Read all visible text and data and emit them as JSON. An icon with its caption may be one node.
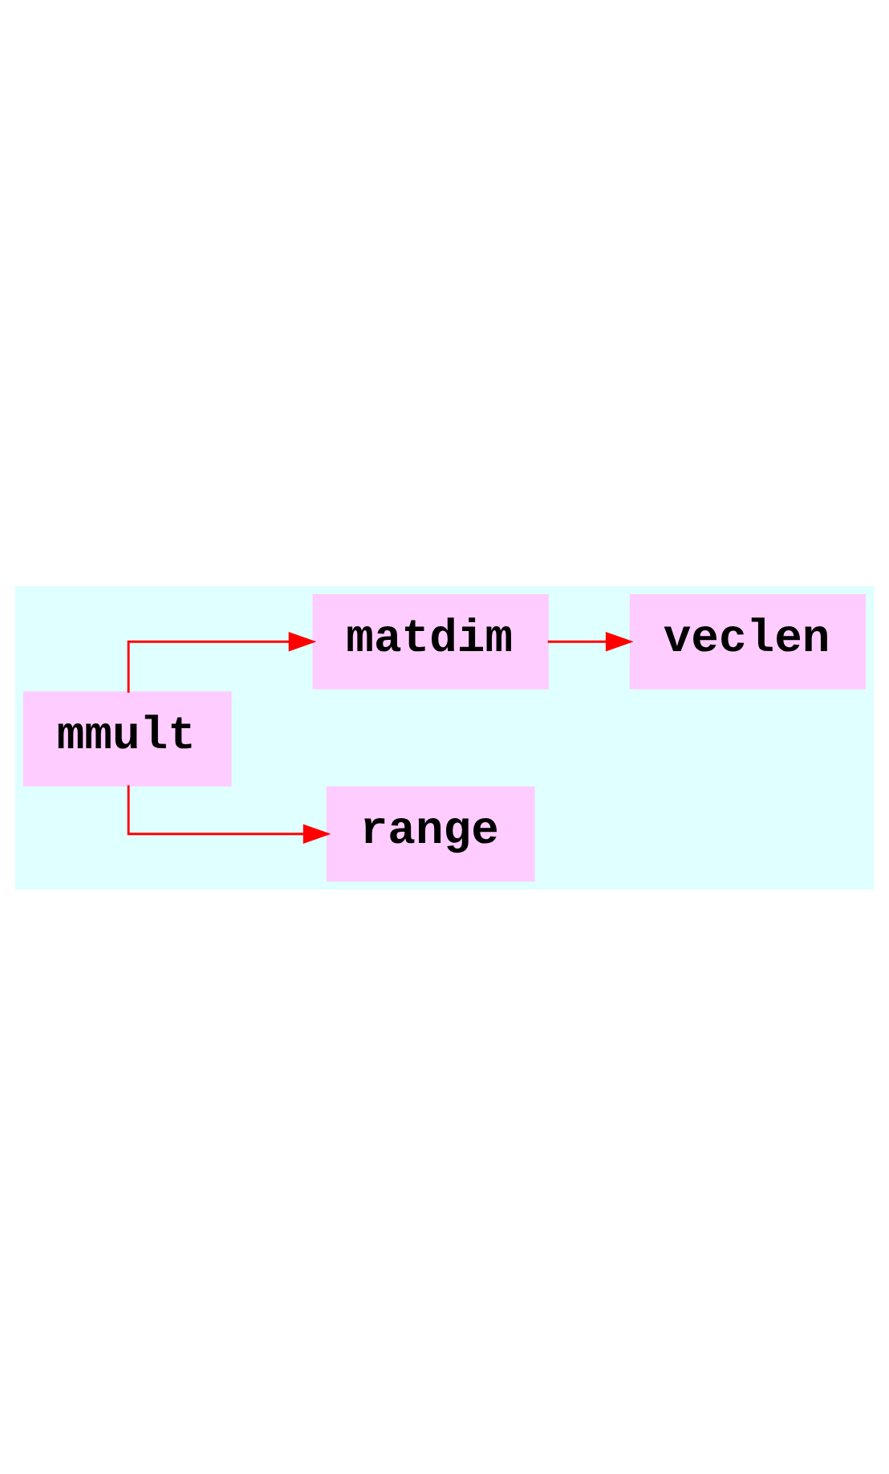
{
  "diagram": {
    "nodes": [
      {
        "text": [
          "mmult"
        ]
      },
      {
        "text": [
          "matdim"
        ]
      },
      {
        "text": [
          "veclen"
        ]
      },
      {
        "text": [
          "range"
        ]
      }
    ],
    "edges": [
      {
        "from": 0,
        "to": 1,
        "arrow": "to"
      },
      {
        "from": 1,
        "to": 2,
        "arrow": "to"
      },
      {
        "from": 0,
        "to": 3,
        "arrow": "to"
      }
    ]
  }
}
